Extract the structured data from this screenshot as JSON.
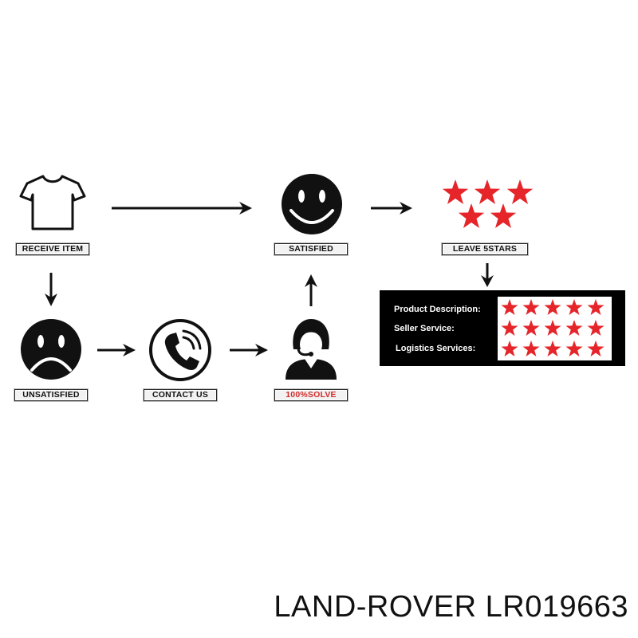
{
  "flow": {
    "receive_item": "RECEIVE ITEM",
    "satisfied": "SATISFIED",
    "leave_stars": "LEAVE 5STARS",
    "unsatisfied": "UNSATISFIED",
    "contact_us": "CONTACT US",
    "solve": "100%SOLVE"
  },
  "rating_panel": {
    "rows": [
      {
        "label": "Product Description:",
        "stars": 5
      },
      {
        "label": "Seller Service:",
        "stars": 5
      },
      {
        "label": "Logistics Services:",
        "stars": 5
      }
    ]
  },
  "footer": {
    "text": "LAND-ROVER LR019663"
  },
  "colors": {
    "star": "#e5252a",
    "label_alert": "#d42a2a",
    "ink": "#111111",
    "panel": "#000000"
  },
  "icons": [
    "tshirt-icon",
    "smiley-happy-icon",
    "stars-icon",
    "smiley-sad-icon",
    "phone-icon",
    "support-agent-icon"
  ]
}
